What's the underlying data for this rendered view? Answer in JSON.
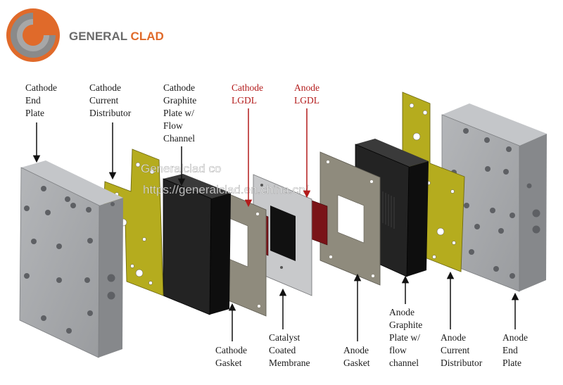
{
  "brand": {
    "name_part1": "GENERAL",
    "name_part2": "CLAD",
    "logo_colors": {
      "orange": "#e06a2a",
      "gray": "#7d7d7d",
      "text_gray": "#6b6b6b"
    }
  },
  "watermark": {
    "line1": "Generalclad co",
    "line2": "https://generalclad.en.china.cn/"
  },
  "top_labels": [
    {
      "id": "cathode-end-plate",
      "lines": [
        "Cathode",
        "End",
        "Plate"
      ],
      "color": "#1a1a1a"
    },
    {
      "id": "cathode-current-distributor",
      "lines": [
        "Cathode",
        "Current",
        "Distributor"
      ],
      "color": "#1a1a1a"
    },
    {
      "id": "cathode-graphite-plate",
      "lines": [
        "Cathode",
        "Graphite",
        "Plate w/",
        "Flow",
        "Channel"
      ],
      "color": "#1a1a1a"
    },
    {
      "id": "cathode-lgdl",
      "lines": [
        "Cathode",
        "LGDL"
      ],
      "color": "#b31b1b"
    },
    {
      "id": "anode-lgdl",
      "lines": [
        "Anode",
        "LGDL"
      ],
      "color": "#b31b1b"
    }
  ],
  "bottom_labels": [
    {
      "id": "cathode-gasket",
      "lines": [
        "Cathode",
        "Gasket"
      ]
    },
    {
      "id": "catalyst-coated-membrane",
      "lines": [
        "Catalyst",
        "Coated",
        "Membrane"
      ]
    },
    {
      "id": "anode-gasket",
      "lines": [
        "Anode",
        "Gasket"
      ]
    },
    {
      "id": "anode-graphite-plate",
      "lines": [
        "Anode",
        "Graphite",
        "Plate w/",
        "flow",
        "channel"
      ]
    },
    {
      "id": "anode-current-distributor",
      "lines": [
        "Anode",
        "Current",
        "Distributor"
      ]
    },
    {
      "id": "anode-end-plate",
      "lines": [
        "Anode",
        "End",
        "Plate"
      ]
    }
  ],
  "component_colors": {
    "end_plate": "#a9abae",
    "current_distributor": "#b5ac1e",
    "graphite_plate": "#1f1f1f",
    "gasket": "#8f8b7d",
    "lgdl": "#7a1418",
    "membrane": "#c8c9cb"
  }
}
